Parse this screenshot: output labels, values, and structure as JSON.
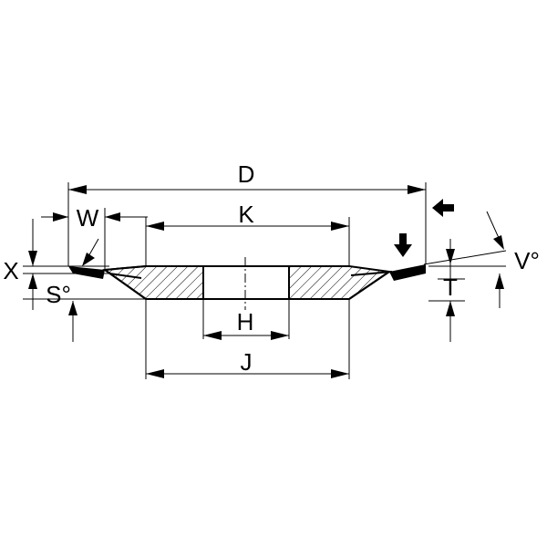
{
  "diagram": {
    "kind": "grinding-wheel-cross-section",
    "labels": {
      "D": "D",
      "K": "K",
      "W": "W",
      "X": "X",
      "S": "S°",
      "H": "H",
      "J": "J",
      "V": "V°",
      "T": "T"
    },
    "colors": {
      "ink": "#000000",
      "background": "#ffffff"
    }
  }
}
